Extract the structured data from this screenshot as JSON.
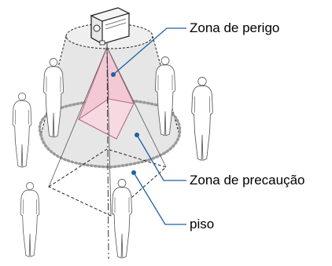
{
  "labels": {
    "danger": "Zona de perigo",
    "caution": "Zona de precaução",
    "floor": "piso"
  },
  "colors": {
    "danger_fill": "#f3c9d6",
    "caution_fill": "#e4e4e4",
    "leader": "#1f5fa8",
    "person_stroke": "#555555",
    "dotted": "#9a9a9a"
  }
}
